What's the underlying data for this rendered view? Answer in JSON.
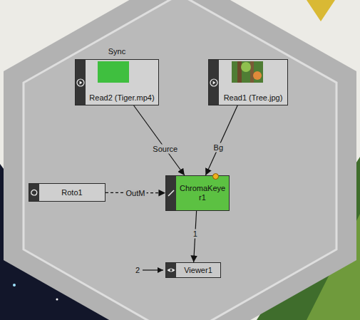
{
  "diagram": {
    "nodes": [
      {
        "text": [
          "Sync",
          "Read2 (Tiger.mp4)"
        ]
      },
      {
        "text": [
          "Read1 (Tree.jpg)"
        ]
      },
      {
        "text": [
          "Roto1"
        ]
      },
      {
        "text": [
          "ChromaKeye r1"
        ]
      },
      {
        "text": [
          "Viewer1"
        ]
      }
    ],
    "edges": [
      {
        "from": 0,
        "to": 3,
        "label": "Source",
        "arrow": "to"
      },
      {
        "from": 1,
        "to": 3,
        "label": "Bg",
        "arrow": "to"
      },
      {
        "from": 2,
        "to": 3,
        "label": "OutM",
        "arrow": "to"
      },
      {
        "from": 3,
        "to": 4,
        "label": "1",
        "arrow": "to"
      }
    ],
    "labels": [
      "2"
    ]
  }
}
